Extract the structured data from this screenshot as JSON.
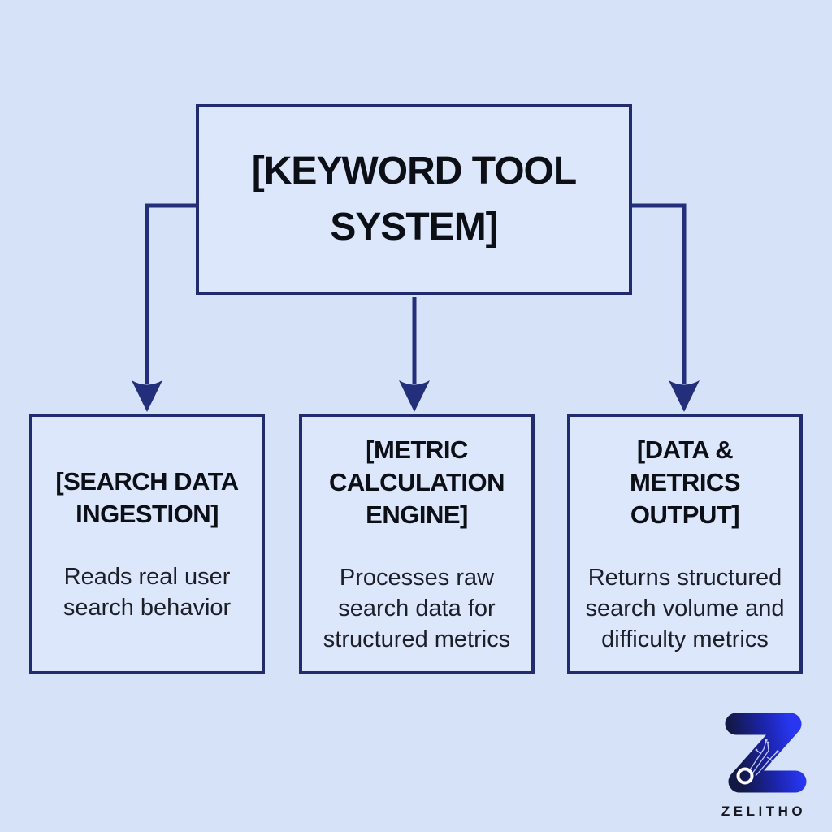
{
  "page": {
    "type": "flowchart-diagram"
  },
  "colors": {
    "background": "#d6e2f8",
    "node_fill": "#dce7fb",
    "node_border": "#202c6d",
    "connector": "#232f7a",
    "title_text": "#0d0f17",
    "body_text": "#1c1e28",
    "logo_gradient_start": "#131845",
    "logo_gradient_end": "#2836f2",
    "wordmark_text": "#17171f"
  },
  "diagram": {
    "root": {
      "title": "[KEYWORD TOOL SYSTEM]"
    },
    "children": [
      {
        "title": "[SEARCH DATA INGESTION]",
        "description": "Reads real user search behavior"
      },
      {
        "title": "[METRIC CALCULATION ENGINE]",
        "description": "Processes raw search data for structured metrics"
      },
      {
        "title": "[DATA & METRICS OUTPUT]",
        "description": "Returns structured search volume and difficulty metrics"
      }
    ]
  },
  "branding": {
    "wordmark": "ZELITHO",
    "logo_icon": "zelitho-z-circuit-logo"
  }
}
